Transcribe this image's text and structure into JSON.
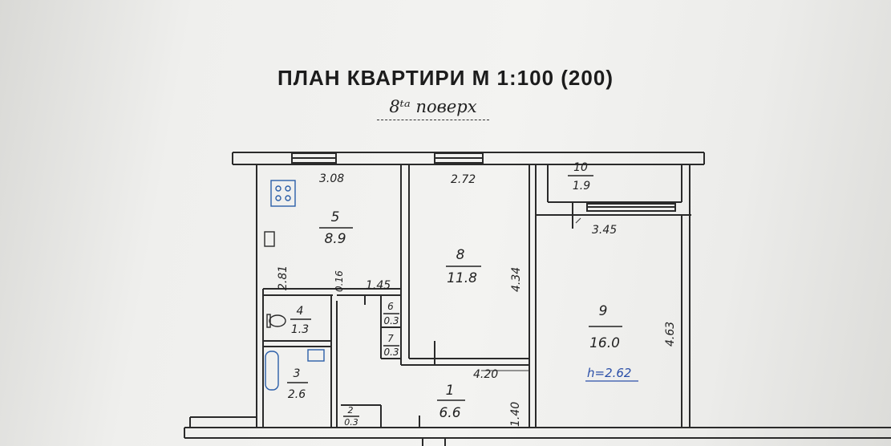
{
  "header": {
    "title": "ПЛАН КВАРТИРИ М 1:100 (200)",
    "floor_note": "8ᵗᵃ поверх"
  },
  "rooms": [
    {
      "id": "5",
      "number": "5",
      "area": "8.9"
    },
    {
      "id": "8",
      "number": "8",
      "area": "11.8"
    },
    {
      "id": "9",
      "number": "9",
      "area": "16.0"
    },
    {
      "id": "10",
      "number": "10",
      "area": "1.9"
    },
    {
      "id": "4",
      "number": "4",
      "area": "1.3"
    },
    {
      "id": "3",
      "number": "3",
      "area": "2.6"
    },
    {
      "id": "6",
      "number": "6",
      "area": "0.3"
    },
    {
      "id": "7",
      "number": "7",
      "area": "0.3"
    },
    {
      "id": "1",
      "number": "1",
      "area": "6.6"
    },
    {
      "id": "2",
      "number": "2",
      "area": "0.3"
    }
  ],
  "dimensions": {
    "kitchen_width": "3.08",
    "room8_width": "2.72",
    "room9_width": "3.45",
    "kitchen_depth": "2.81",
    "room8_depth": "4.34",
    "room9_depth": "4.63",
    "hall_width": "4.20",
    "hall_depth": "1.40",
    "wall_016": "0.16",
    "corridor_width": "1.45"
  },
  "height_note": "h=2.62"
}
